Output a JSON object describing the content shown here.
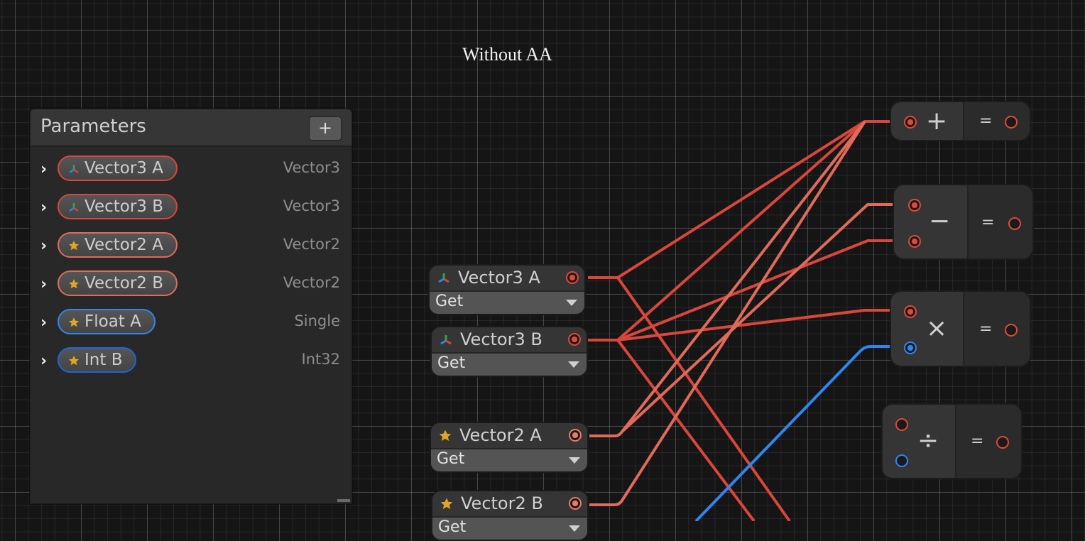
{
  "canvas": {
    "title": "Without AA"
  },
  "parameters_panel": {
    "title": "Parameters",
    "add_label": "+",
    "items": [
      {
        "name": "Vector3 A",
        "type": "Vector3",
        "icon": "axes-icon",
        "color": "#d9463b"
      },
      {
        "name": "Vector3 B",
        "type": "Vector3",
        "icon": "axes-icon",
        "color": "#d9463b"
      },
      {
        "name": "Vector2 A",
        "type": "Vector2",
        "icon": "star-icon",
        "color": "#e06b5a"
      },
      {
        "name": "Vector2 B",
        "type": "Vector2",
        "icon": "star-icon",
        "color": "#e06b5a"
      },
      {
        "name": "Float A",
        "type": "Single",
        "icon": "star-icon",
        "color": "#2f86f0"
      },
      {
        "name": "Int B",
        "type": "Int32",
        "icon": "star-icon",
        "color": "#2064d8"
      }
    ]
  },
  "getter_nodes": [
    {
      "label": "Vector3 A",
      "mode": "Get",
      "icon": "axes-icon"
    },
    {
      "label": "Vector3 B",
      "mode": "Get",
      "icon": "axes-icon"
    },
    {
      "label": "Vector2 A",
      "mode": "Get",
      "icon": "star-icon"
    },
    {
      "label": "Vector2 B",
      "mode": "Get",
      "icon": "star-icon"
    }
  ],
  "operator_nodes": [
    {
      "op": "add",
      "symbol": "+",
      "result": "="
    },
    {
      "op": "subtract",
      "symbol": "−",
      "result": "="
    },
    {
      "op": "multiply",
      "symbol": "×",
      "result": "="
    },
    {
      "op": "divide",
      "symbol": "÷",
      "result": "="
    }
  ],
  "colors": {
    "vector3": "#d9463b",
    "vector2": "#e06b5a",
    "float": "#2f86f0",
    "background": "#151515"
  }
}
